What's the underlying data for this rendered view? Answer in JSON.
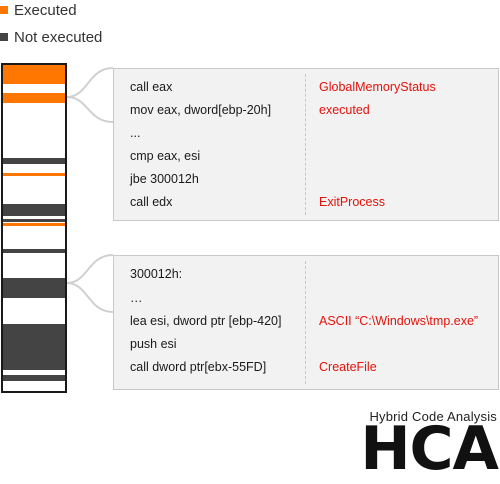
{
  "legend": {
    "executed": {
      "label": "Executed",
      "color": "#ff7700"
    },
    "not_executed": {
      "label": "Not executed",
      "color": "#444444"
    }
  },
  "code_map": {
    "blocks": [
      {
        "kind": "executed"
      },
      {
        "kind": "executed"
      },
      {
        "kind": "not_executed"
      },
      {
        "kind": "executed"
      },
      {
        "kind": "not_executed"
      },
      {
        "kind": "not_executed"
      },
      {
        "kind": "executed"
      },
      {
        "kind": "not_executed"
      },
      {
        "kind": "not_executed"
      },
      {
        "kind": "not_executed"
      },
      {
        "kind": "not_executed"
      }
    ]
  },
  "code_box_1": {
    "rows": [
      {
        "code": "call eax",
        "note": "GlobalMemoryStatus"
      },
      {
        "code": "mov eax, dword[ebp-20h]",
        "note": "executed"
      },
      {
        "code": "...",
        "note": ""
      },
      {
        "code": "cmp eax, esi",
        "note": ""
      },
      {
        "code": "jbe 300012h",
        "note": ""
      },
      {
        "code": "call edx",
        "note": "ExitProcess"
      }
    ]
  },
  "code_box_2": {
    "rows": [
      {
        "code": "300012h:",
        "note": ""
      },
      {
        "code": "…",
        "note": ""
      },
      {
        "code": "lea esi, dword ptr [ebp-420]",
        "note": "ASCII “C:\\Windows\\tmp.exe”"
      },
      {
        "code": "push esi",
        "note": ""
      },
      {
        "code": "call dword ptr[ebx-55FD]",
        "note": "CreateFile"
      }
    ]
  },
  "brand": {
    "subtitle": "Hybrid Code Analysis",
    "title": "HCA"
  },
  "colors": {
    "note_text": "#e3120b",
    "box_background": "#f2f2f2",
    "connector": "#d0d0d0"
  }
}
